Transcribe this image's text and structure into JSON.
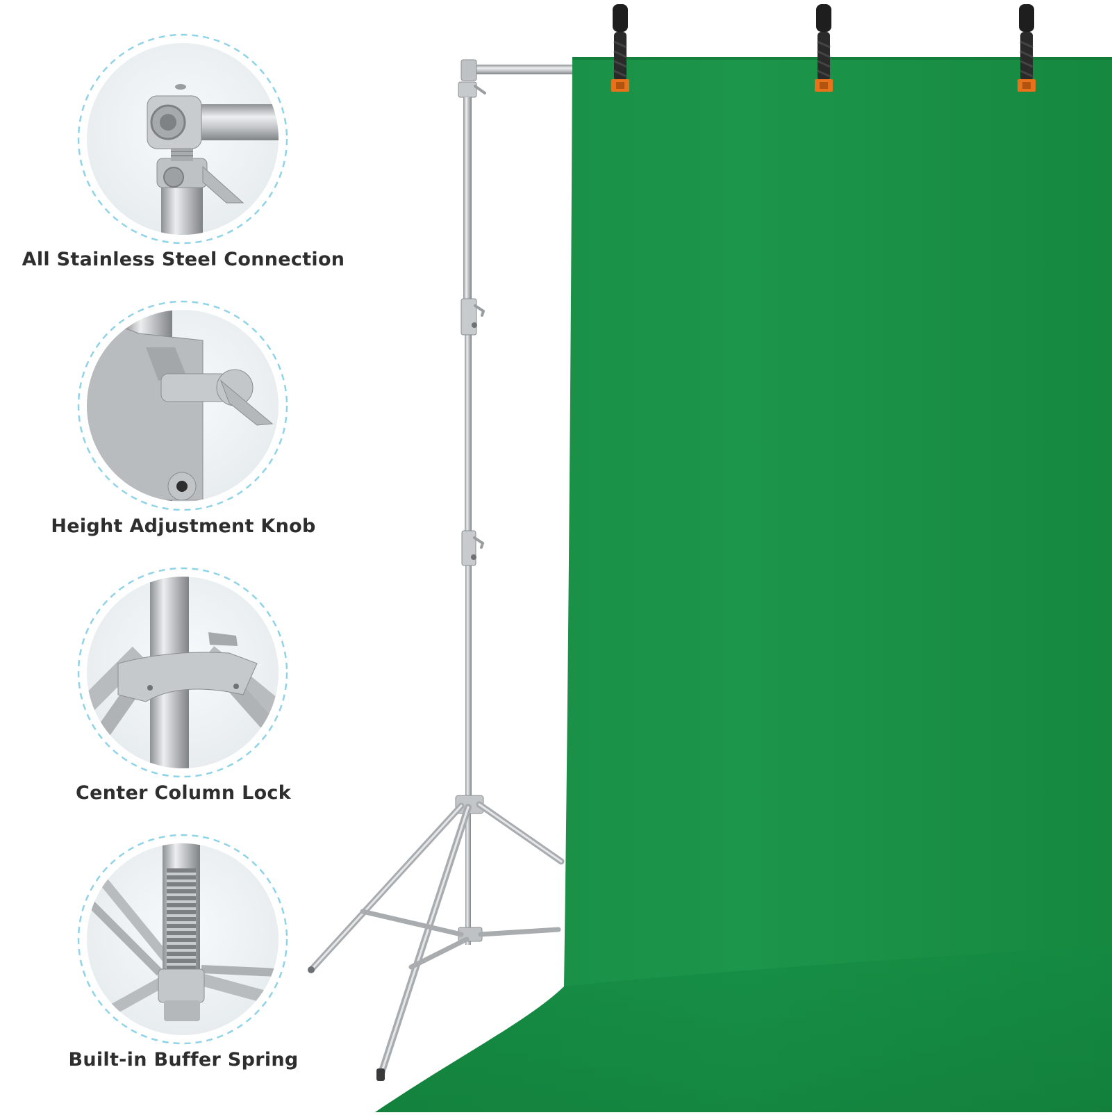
{
  "features": [
    {
      "label": "All Stainless Steel Connection",
      "icon": "stainless-steel-connection-detail"
    },
    {
      "label": "Height Adjustment Knob",
      "icon": "height-adjustment-knob-detail"
    },
    {
      "label": "Center Column Lock",
      "icon": "center-column-lock-detail"
    },
    {
      "label": "Built-in Buffer Spring",
      "icon": "buffer-spring-detail"
    }
  ],
  "colors": {
    "backdrop_green": "#1a9349",
    "steel": "#c4c6c8",
    "circle_dash": "#8fd3e8",
    "clip_black": "#1e1e1e",
    "clip_orange": "#e8711c",
    "label_text": "#2e2e2e"
  }
}
